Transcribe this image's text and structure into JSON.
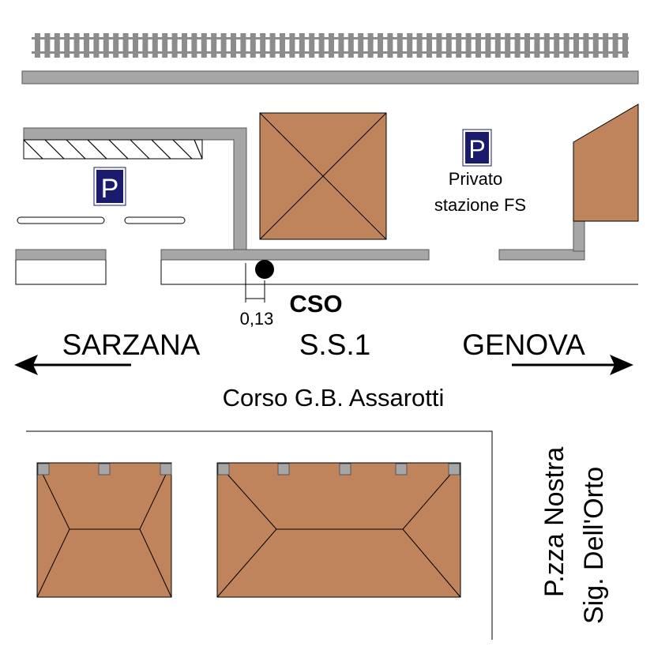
{
  "colors": {
    "roof": "#c0845c",
    "wall": "#a6a6a6",
    "rail_tie": "#8c8c8c",
    "parking_bg": "#1a1a6e",
    "marker": "#000000"
  },
  "parking": {
    "symbol": "P",
    "private_line1": "Privato",
    "private_line2": "stazione FS"
  },
  "marker": {
    "label": "CSO",
    "distance": "0,13"
  },
  "road": {
    "route": "S.S.1",
    "west_destination": "SARZANA",
    "east_destination": "GENOVA",
    "street_name": "Corso G.B. Assarotti"
  },
  "square": {
    "line1": "P.zza Nostra",
    "line2": "Sig. Dell'Orto"
  },
  "icons": {
    "railway": "railway-track-icon",
    "parking": "parking-sign-icon",
    "arrow_west": "arrow-left-icon",
    "arrow_east": "arrow-right-icon",
    "marker": "location-dot-icon"
  }
}
